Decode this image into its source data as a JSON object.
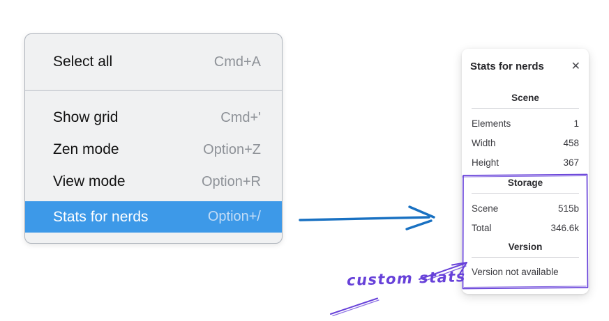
{
  "context_menu": {
    "items": [
      {
        "label": "Select all",
        "shortcut": "Cmd+A"
      },
      {
        "label": "Show grid",
        "shortcut": "Cmd+'"
      },
      {
        "label": "Zen mode",
        "shortcut": "Option+Z"
      },
      {
        "label": "View mode",
        "shortcut": "Option+R"
      },
      {
        "label": "Stats for nerds",
        "shortcut": "Option+/"
      }
    ],
    "selected_item": "Stats for nerds"
  },
  "stats_panel": {
    "title": "Stats for nerds",
    "close_icon": "✕",
    "scene_section": {
      "heading": "Scene",
      "rows": [
        {
          "label": "Elements",
          "value": "1"
        },
        {
          "label": "Width",
          "value": "458"
        },
        {
          "label": "Height",
          "value": "367"
        }
      ]
    },
    "storage_section": {
      "heading": "Storage",
      "rows": [
        {
          "label": "Scene",
          "value": "515b"
        },
        {
          "label": "Total",
          "value": "346.6k"
        }
      ]
    },
    "version_section": {
      "heading": "Version",
      "note": "Version not available"
    }
  },
  "annotation": {
    "text": "custom stats"
  },
  "colors": {
    "menu_highlight": "#3d99e8",
    "menu_background": "#f0f1f2",
    "arrow_blue": "#1971c2",
    "annotation_violet": "#6741d9"
  }
}
